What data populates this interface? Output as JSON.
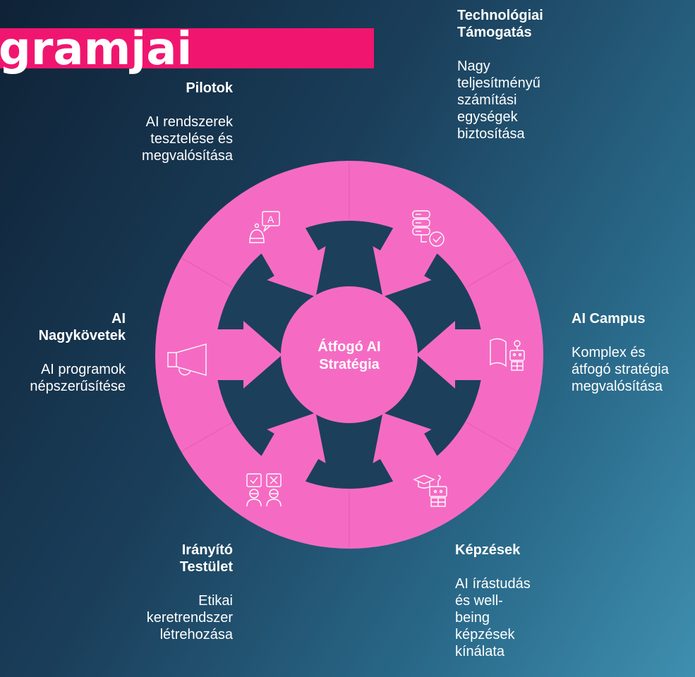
{
  "title": "gramjai",
  "center": {
    "line1": "Átfogó AI",
    "line2": "Stratégia"
  },
  "colors": {
    "accent": "#f0166f",
    "ring": "#f56bc3",
    "background": "#1a3e5a"
  },
  "segments": [
    {
      "id": "pilotok",
      "title": "Pilotok",
      "desc": "AI rendszerek\ntesztelése és\nmegvalósítása",
      "icon": "ai-chat-icon"
    },
    {
      "id": "tech",
      "title": "Technológiai\nTámogatás",
      "desc": "Nagy\nteljesítményű\nszámítási\negységek\nbiztosítása",
      "icon": "server-check-icon"
    },
    {
      "id": "campus",
      "title": "AI Campus",
      "desc": "Komplex és\nátfogó stratégia\nmegvalósítása",
      "icon": "book-robot-icon"
    },
    {
      "id": "kepzesek",
      "title": "Képzések",
      "desc": "AI írástudás\nés well-\nbeing\nképzések\nkínálata",
      "icon": "graduation-robot-icon"
    },
    {
      "id": "iranyito",
      "title": "Irányító\nTestület",
      "desc": "Etikai\nkeretrendszer\nlétrehozása",
      "icon": "voting-people-icon"
    },
    {
      "id": "nagykovetek",
      "title": "AI\nNagykövetek",
      "desc": "AI programok\nnépszerűsítése",
      "icon": "megaphone-icon"
    }
  ]
}
